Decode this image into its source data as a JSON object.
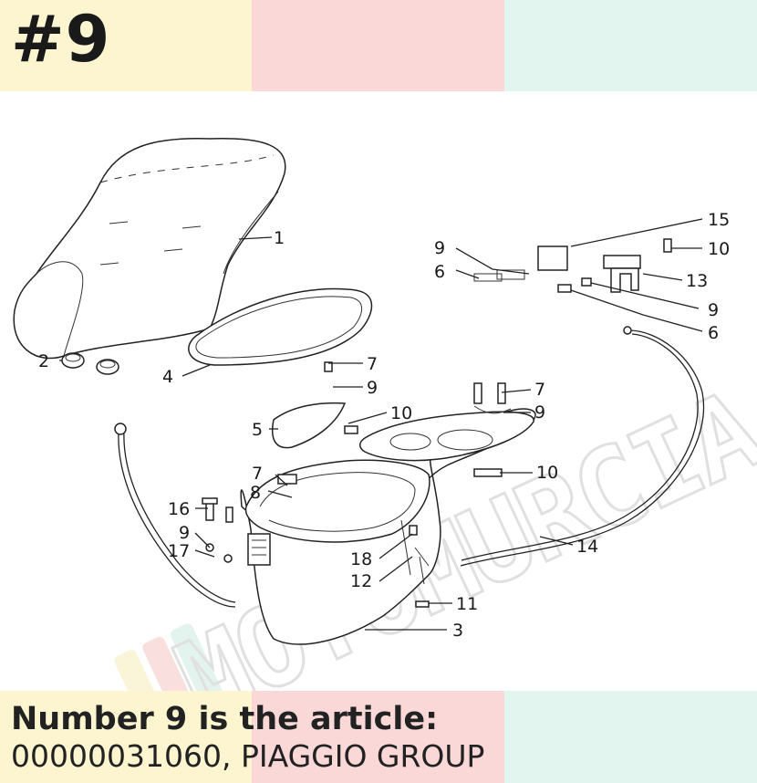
{
  "header": {
    "title": "#9"
  },
  "caption": {
    "line1": "Number 9 is the article:",
    "article_code": "00000031060",
    "separator": ", ",
    "manufacturer": "PIAGGIO GROUP"
  },
  "watermark": {
    "text": "MOTOMURCIA"
  },
  "colors": {
    "yellow": "#fdf5d0",
    "pink": "#fbd8d8",
    "mint": "#e3f5ef"
  },
  "callouts": [
    {
      "id": "c1",
      "label": "1"
    },
    {
      "id": "c2",
      "label": "2"
    },
    {
      "id": "c3",
      "label": "3"
    },
    {
      "id": "c4",
      "label": "4"
    },
    {
      "id": "c5",
      "label": "5"
    },
    {
      "id": "c6a",
      "label": "6"
    },
    {
      "id": "c6b",
      "label": "6"
    },
    {
      "id": "c7a",
      "label": "7"
    },
    {
      "id": "c7b",
      "label": "7"
    },
    {
      "id": "c7c",
      "label": "7"
    },
    {
      "id": "c8",
      "label": "8"
    },
    {
      "id": "c9a",
      "label": "9"
    },
    {
      "id": "c9b",
      "label": "9"
    },
    {
      "id": "c9c",
      "label": "9"
    },
    {
      "id": "c9d",
      "label": "9"
    },
    {
      "id": "c9e",
      "label": "9"
    },
    {
      "id": "c10a",
      "label": "10"
    },
    {
      "id": "c10b",
      "label": "10"
    },
    {
      "id": "c10c",
      "label": "10"
    },
    {
      "id": "c11",
      "label": "11"
    },
    {
      "id": "c12",
      "label": "12"
    },
    {
      "id": "c13",
      "label": "13"
    },
    {
      "id": "c14",
      "label": "14"
    },
    {
      "id": "c15",
      "label": "15"
    },
    {
      "id": "c16",
      "label": "16"
    },
    {
      "id": "c17",
      "label": "17"
    },
    {
      "id": "c18",
      "label": "18"
    }
  ]
}
